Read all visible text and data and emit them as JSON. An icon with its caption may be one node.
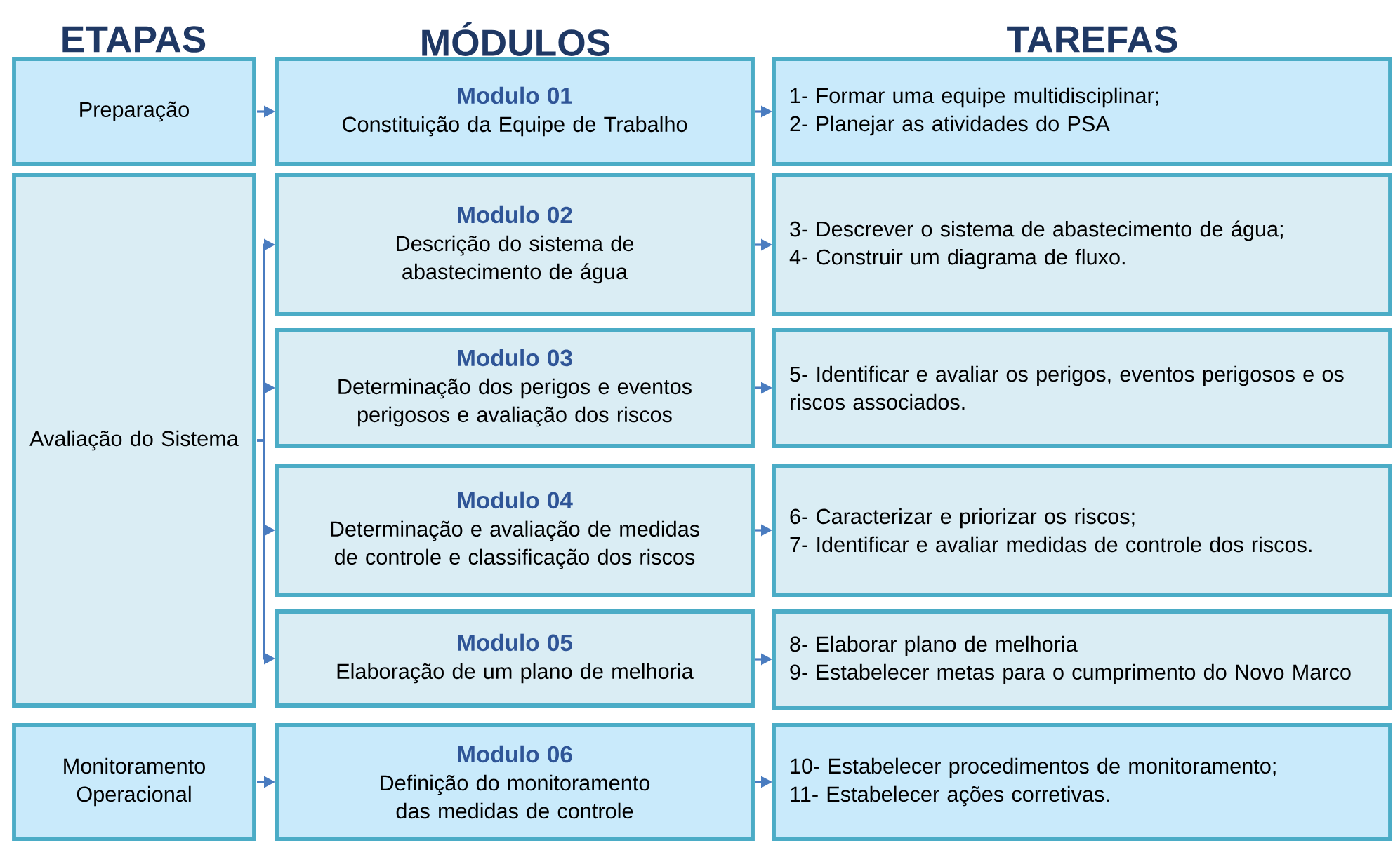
{
  "diagram": {
    "nodes": [
      {
        "text": [
          "Preparação"
        ]
      },
      {
        "text": [
          "Modulo 01",
          "Constituição da Equipe de Trabalho"
        ]
      },
      {
        "text": [
          "1- Formar uma equipe multidisciplinar;",
          "2- Planejar as atividades do PSA"
        ]
      },
      {
        "text": [
          "Avaliação do Sistema"
        ]
      },
      {
        "text": [
          "Modulo 02",
          "Descrição do sistema de abastecimento de água"
        ]
      },
      {
        "text": [
          "3- Descrever o sistema de abastecimento de água;",
          "4- Construir um diagrama de fluxo."
        ]
      },
      {
        "text": [
          "Modulo 03",
          "Determinação dos perigos e eventos perigosos e avaliação dos riscos"
        ]
      },
      {
        "text": [
          "5- Identificar e avaliar os perigos, eventos perigosos e os riscos associados."
        ]
      },
      {
        "text": [
          "Modulo 04",
          "Determinação e avaliação de medidas de controle e classificação dos riscos"
        ]
      },
      {
        "text": [
          "6- Caracterizar e priorizar os riscos;",
          "7- Identificar e avaliar medidas de controle dos riscos."
        ]
      },
      {
        "text": [
          "Modulo 05",
          "Elaboração de um plano de melhoria"
        ]
      },
      {
        "text": [
          "8- Elaborar plano de melhoria",
          "9- Estabelecer metas para o cumprimento do Novo Marco"
        ]
      },
      {
        "text": [
          "Monitoramento Operacional"
        ]
      },
      {
        "text": [
          "Modulo 06",
          "Definição do monitoramento das medidas de controle"
        ]
      },
      {
        "text": [
          "10- Estabelecer procedimentos de monitoramento;",
          "11- Estabelecer ações corretivas."
        ]
      }
    ],
    "edges": [
      {
        "from": 0,
        "to": 1,
        "arrow": "to"
      },
      {
        "from": 1,
        "to": 2,
        "arrow": "to"
      },
      {
        "from": 3,
        "to": 4,
        "arrow": "to"
      },
      {
        "from": 4,
        "to": 5,
        "arrow": "to"
      },
      {
        "from": 3,
        "to": 6,
        "arrow": "to"
      },
      {
        "from": 6,
        "to": 7,
        "arrow": "to"
      },
      {
        "from": 3,
        "to": 8,
        "arrow": "to"
      },
      {
        "from": 8,
        "to": 9,
        "arrow": "to"
      },
      {
        "from": 3,
        "to": 10,
        "arrow": "to"
      },
      {
        "from": 10,
        "to": 11,
        "arrow": "to"
      },
      {
        "from": 12,
        "to": 13,
        "arrow": "to"
      },
      {
        "from": 13,
        "to": 14,
        "arrow": "to"
      }
    ],
    "labels": [
      "ETAPAS",
      "MÓDULOS",
      "TAREFAS"
    ]
  }
}
